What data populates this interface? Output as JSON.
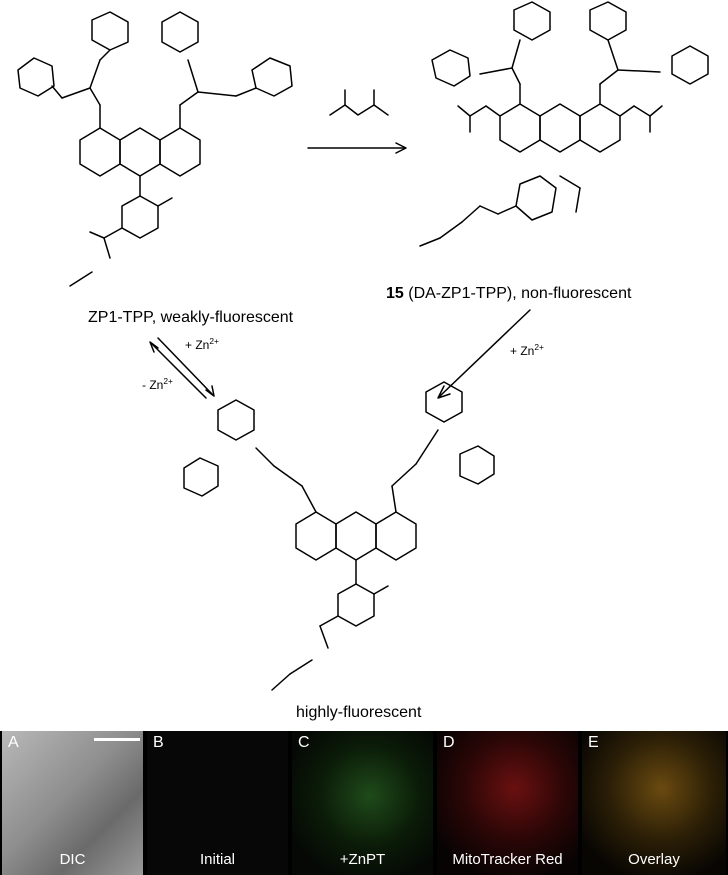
{
  "labels": {
    "zp1": "ZP1-TPP, weakly-fluorescent",
    "da_num": "15",
    "da_rest": " (DA-ZP1-TPP), non-fluorescent",
    "highly": "highly-fluorescent",
    "plus_zn": "+ Zn",
    "minus_zn": "- Zn",
    "charge": "2+"
  },
  "panels": [
    {
      "letter": "A",
      "caption": "DIC"
    },
    {
      "letter": "B",
      "caption": "Initial"
    },
    {
      "letter": "C",
      "caption": "+ZnPT"
    },
    {
      "letter": "D",
      "caption": "MitoTracker Red"
    },
    {
      "letter": "E",
      "caption": "Overlay"
    }
  ]
}
